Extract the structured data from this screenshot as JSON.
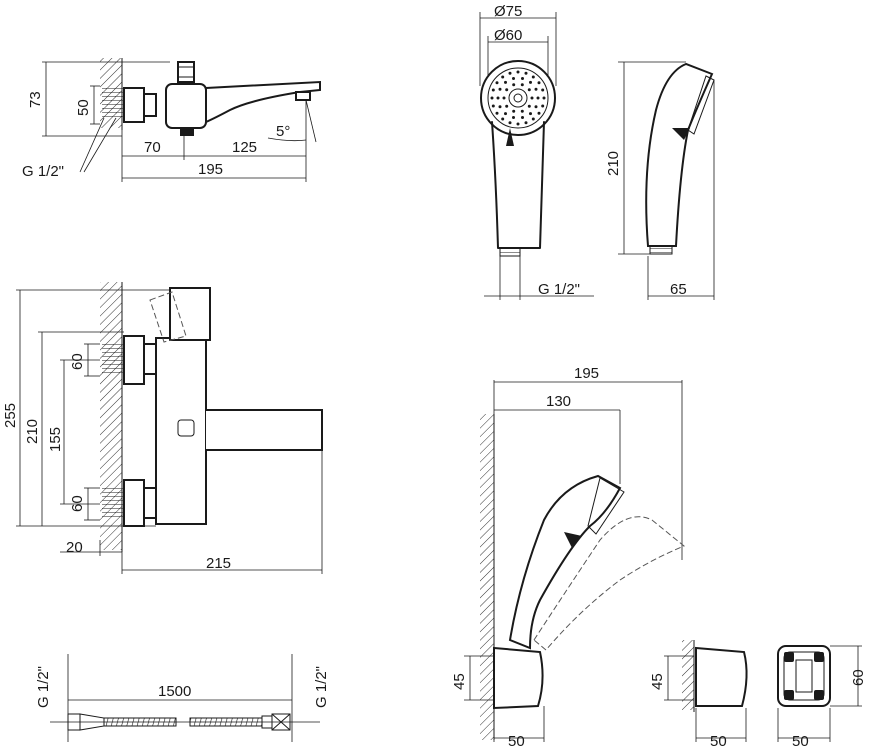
{
  "labels": {
    "spout_height": "73",
    "spout_thread_h": "50",
    "spout_len_70": "70",
    "spout_len_125": "125",
    "spout_len_195": "195",
    "spout_angle": "5°",
    "spout_thread": "G 1/2\"",
    "head_d75": "Ø75",
    "head_d60": "Ø60",
    "head_thread": "G 1/2\"",
    "head_len": "210",
    "head_depth": "65",
    "front_255": "255",
    "front_210": "210",
    "front_155": "155",
    "front_60_top": "60",
    "front_60_bot": "60",
    "front_20": "20",
    "front_215": "215",
    "hose_len": "1500",
    "hose_thread_left": "G 1/2\"",
    "hose_thread_right": "G 1/2\"",
    "holder_195": "195",
    "holder_130": "130",
    "holder_45": "45",
    "holder_50": "50",
    "bracket_45": "45",
    "bracket_50": "50",
    "bracket_front_50": "50",
    "bracket_front_60": "60"
  },
  "colors": {
    "line": "#1a1a1a",
    "background": "#ffffff"
  }
}
